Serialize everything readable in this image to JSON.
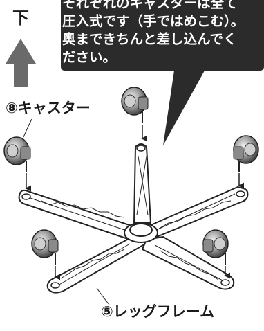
{
  "direction_label": "下",
  "callout": {
    "lines": [
      "それぞれのキャスターは全て",
      "圧入式です（手ではめこむ）。",
      "奥まできちんと差し込んでく",
      "ださい。"
    ]
  },
  "parts": {
    "caster_label": "⑧キャスター",
    "frame_label": "⑤レッグフレーム"
  }
}
